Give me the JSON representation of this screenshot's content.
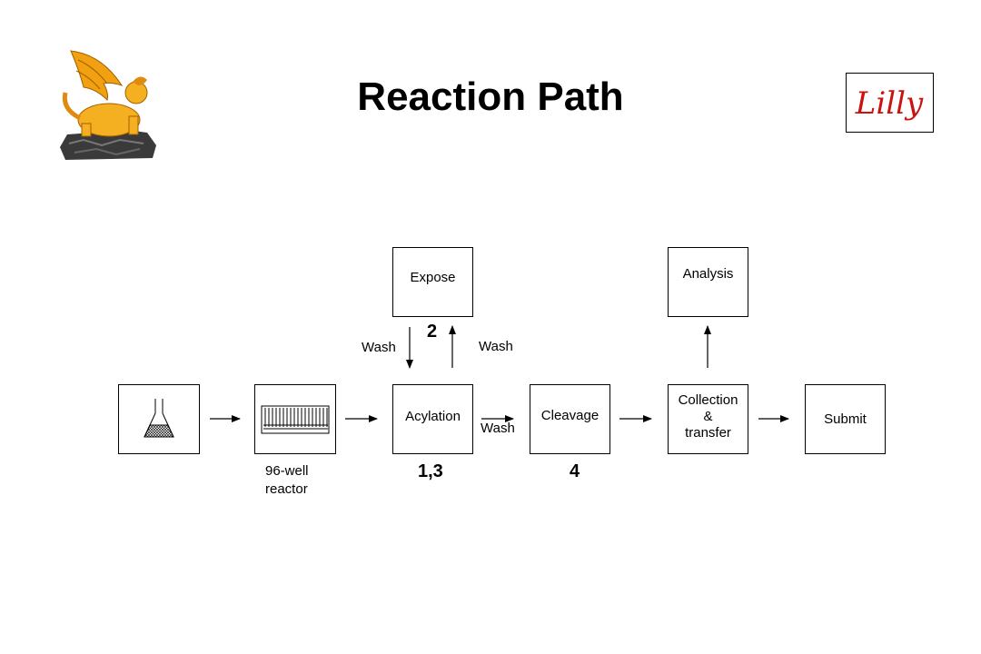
{
  "title": "Reaction Path",
  "logo": {
    "text": "Lilly",
    "color": "#cc1111"
  },
  "boxes": {
    "expose": "Expose",
    "analysis": "Analysis",
    "acylation": "Acylation",
    "cleavage": "Cleavage",
    "collection_line1": "Collection",
    "collection_line2": "&",
    "collection_line3": "transfer",
    "submit": "Submit"
  },
  "labels": {
    "wash_left": "Wash",
    "wash_right": "Wash",
    "wash_bottom": "Wash",
    "reactor_line1": "96-well",
    "reactor_line2": "reactor"
  },
  "step_numbers": {
    "expose": "2",
    "acylation": "1,3",
    "cleavage": "4"
  }
}
